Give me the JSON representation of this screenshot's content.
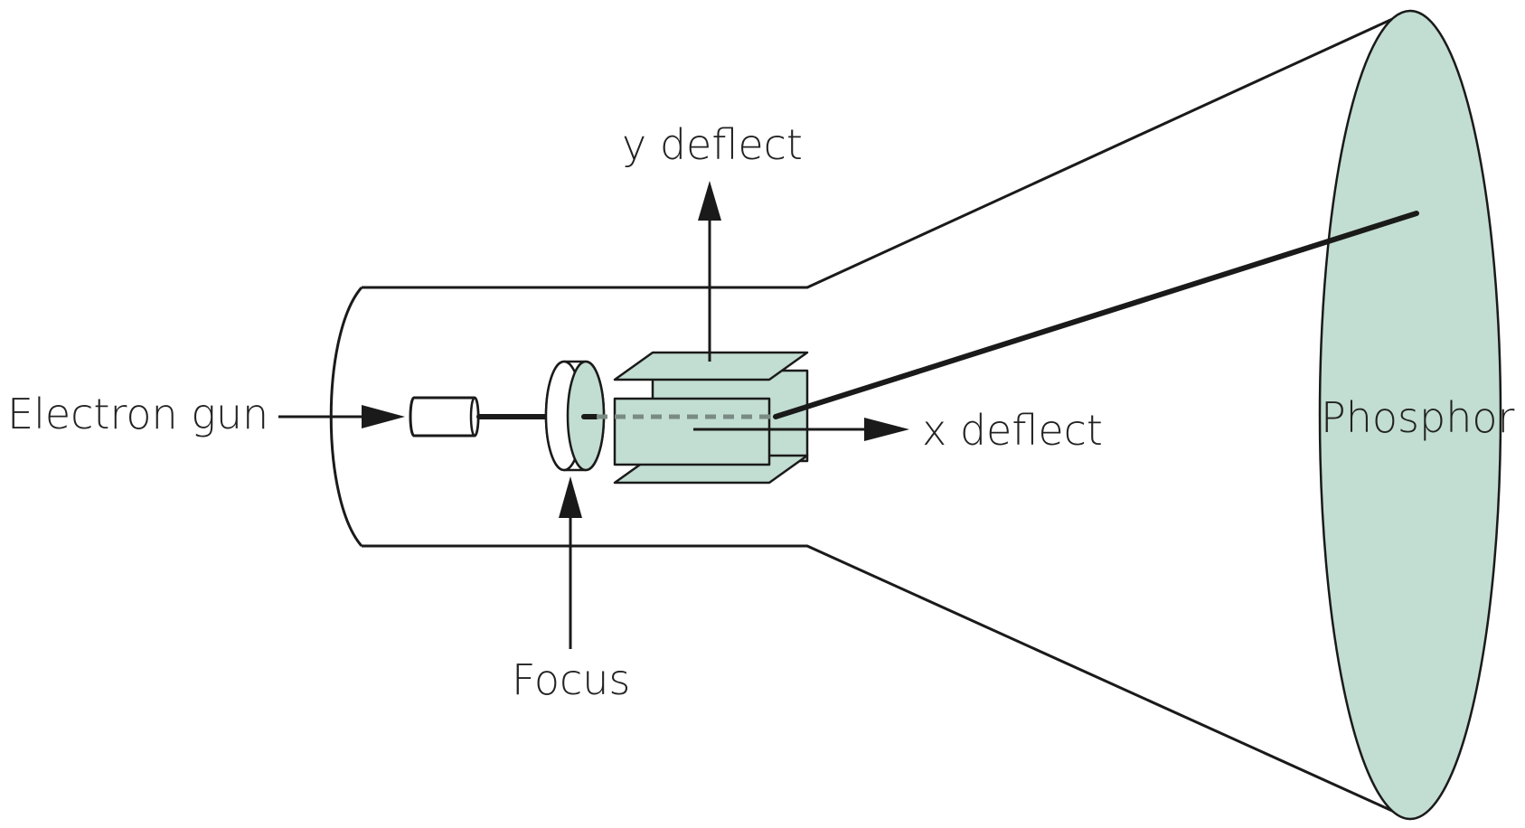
{
  "labels": {
    "electron_gun": "Electron gun",
    "focus": "Focus",
    "y_deflect": "y deflect",
    "x_deflect": "x deflect",
    "phosphor": "Phosphor"
  },
  "colors": {
    "phosphor_fill": "#c2ddd2",
    "line": "#1a1a1a",
    "text": "#222222"
  },
  "icons": {
    "arrow": "arrow-icon"
  }
}
